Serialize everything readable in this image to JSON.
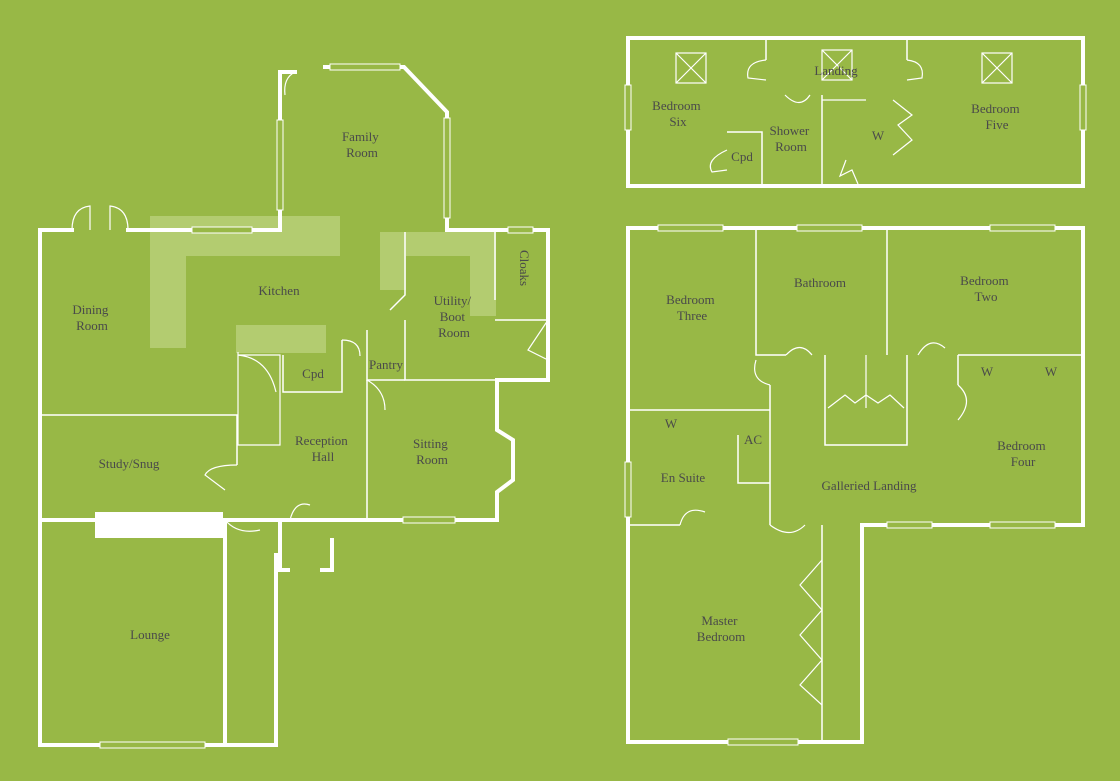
{
  "colors": {
    "background": "#98b846",
    "walls": "#ffffff",
    "labels": "#4a4a4a",
    "worktops": "#b7cf78"
  },
  "ground_floor": {
    "family_room": [
      "Family",
      "Room"
    ],
    "kitchen": "Kitchen",
    "dining_room": [
      "Dining",
      "Room"
    ],
    "cloaks": "Cloaks",
    "utility": [
      "Utility/",
      "Boot",
      "Room"
    ],
    "pantry": "Pantry",
    "cpd": "Cpd",
    "study": "Study/Snug",
    "reception_hall": [
      "Reception",
      "Hall"
    ],
    "sitting_room": [
      "Sitting",
      "Room"
    ],
    "lounge": "Lounge"
  },
  "second_floor": {
    "landing": "Landing",
    "bedroom_six": [
      "Bedroom",
      "Six"
    ],
    "shower_room": [
      "Shower",
      "Room"
    ],
    "cpd": "Cpd",
    "wardrobe": "W",
    "bedroom_five": [
      "Bedroom",
      "Five"
    ]
  },
  "first_floor": {
    "bedroom_three": [
      "Bedroom",
      "Three"
    ],
    "bathroom": "Bathroom",
    "bedroom_two": [
      "Bedroom",
      "Two"
    ],
    "wardrobe_left": "W",
    "wardrobe_1": "W",
    "wardrobe_2": "W",
    "ac": "AC",
    "en_suite": "En Suite",
    "galleried_landing": "Galleried Landing",
    "bedroom_four": [
      "Bedroom",
      "Four"
    ],
    "master_bedroom": [
      "Master",
      "Bedroom"
    ]
  }
}
